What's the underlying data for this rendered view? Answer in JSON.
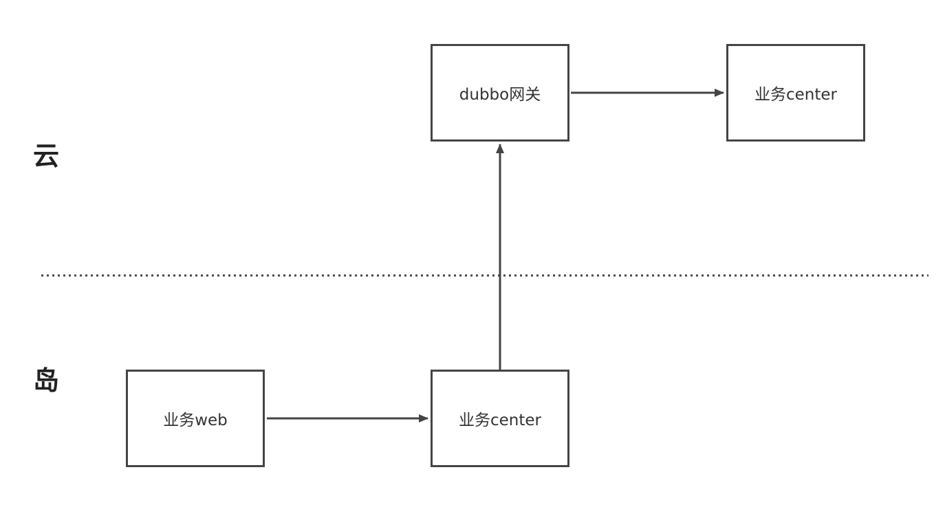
{
  "zones": {
    "cloud": "云",
    "island": "岛"
  },
  "nodes": {
    "dubbo_gateway": "dubbo网关",
    "cloud_center": "业务center",
    "island_web": "业务web",
    "island_center": "业务center"
  },
  "edges": [
    {
      "from": "业务web",
      "to": "业务center"
    },
    {
      "from": "业务center",
      "to": "dubbo网关"
    },
    {
      "from": "dubbo网关",
      "to": "业务center"
    }
  ],
  "colors": {
    "stroke": "#444444",
    "text": "#333333",
    "divider": "#444444"
  }
}
